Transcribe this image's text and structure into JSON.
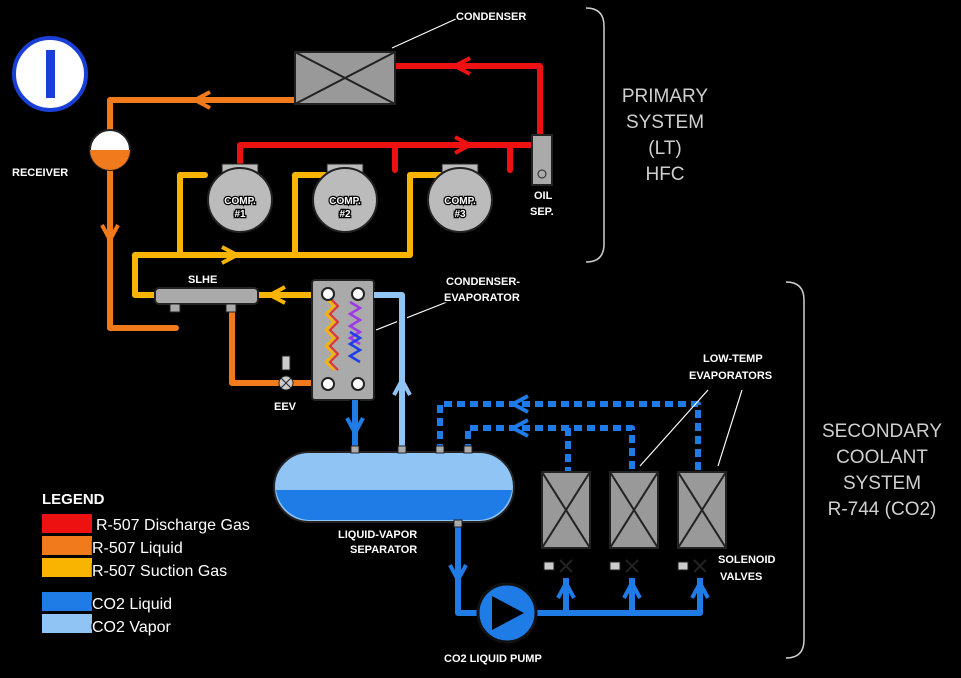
{
  "colors": {
    "r507_discharge": "#ee1111",
    "r507_liquid": "#f07a1c",
    "r507_suction": "#f8b400",
    "co2_liquid": "#1f7be6",
    "co2_vapor": "#8fc4f5"
  },
  "icons": [
    "information-icon",
    "arrow-icon",
    "pump-icon",
    "valve-icon"
  ],
  "labels": {
    "condenser": "CONDENSER",
    "receiver": "RECEIVER",
    "oil_sep_1": "OIL",
    "oil_sep_2": "SEP.",
    "comp1_a": "COMP.",
    "comp1_b": "#1",
    "comp2_a": "COMP.",
    "comp2_b": "#2",
    "comp3_a": "COMP.",
    "comp3_b": "#3",
    "slhe": "SLHE",
    "cond_evap_1": "CONDENSER-",
    "cond_evap_2": "EVAPORATOR",
    "eev": "EEV",
    "lowtemp_1": "LOW-TEMP",
    "lowtemp_2": "EVAPORATORS",
    "sep_1": "LIQUID-VAPOR",
    "sep_2": "SEPARATOR",
    "solenoid_1": "SOLENOID",
    "solenoid_2": "VALVES",
    "pump": "CO2 LIQUID PUMP"
  },
  "primary": [
    "PRIMARY",
    "SYSTEM",
    "(LT)",
    "HFC"
  ],
  "secondary": [
    "SECONDARY",
    "COOLANT",
    "SYSTEM",
    "R-744 (CO2)"
  ],
  "legend": {
    "title": "LEGEND",
    "items": [
      {
        "label": "R-507 Discharge Gas",
        "color": "#ee1111"
      },
      {
        "label": "R-507 Liquid",
        "color": "#f07a1c"
      },
      {
        "label": "R-507 Suction Gas",
        "color": "#f8b400"
      },
      {
        "label": "CO2 Liquid",
        "color": "#1f7be6"
      },
      {
        "label": "CO2 Vapor",
        "color": "#8fc4f5"
      }
    ]
  }
}
